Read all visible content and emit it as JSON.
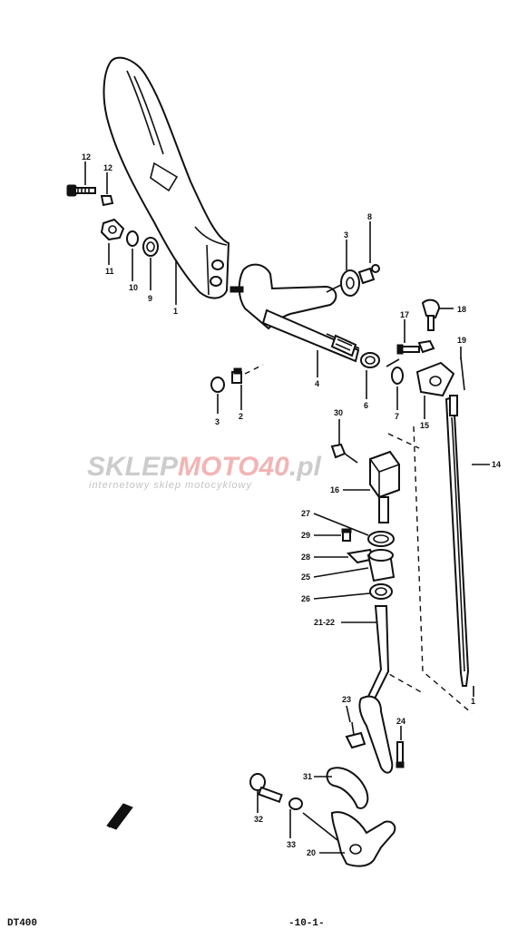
{
  "watermark": {
    "brand_a": "SKLEP",
    "brand_b": "MOTO",
    "brand_c": "40",
    "brand_d": ".pl",
    "tagline": "internetowy sklep motocyklowy",
    "color_grey": "#c4c4c4",
    "color_red": "#f2a8a8"
  },
  "callouts": [
    {
      "id": "c12a",
      "text": "12"
    },
    {
      "id": "c12b",
      "text": "12"
    },
    {
      "id": "c11",
      "text": "11"
    },
    {
      "id": "c10",
      "text": "10"
    },
    {
      "id": "c9",
      "text": "9"
    },
    {
      "id": "c1",
      "text": "1"
    },
    {
      "id": "c3a",
      "text": "3"
    },
    {
      "id": "c8",
      "text": "8"
    },
    {
      "id": "c4",
      "text": "4"
    },
    {
      "id": "c6",
      "text": "6"
    },
    {
      "id": "c3b",
      "text": "3"
    },
    {
      "id": "c2",
      "text": "2"
    },
    {
      "id": "c17",
      "text": "17"
    },
    {
      "id": "c18",
      "text": "18"
    },
    {
      "id": "c19",
      "text": "19"
    },
    {
      "id": "c7",
      "text": "7"
    },
    {
      "id": "c15",
      "text": "15"
    },
    {
      "id": "c30",
      "text": "30"
    },
    {
      "id": "c16",
      "text": "16"
    },
    {
      "id": "c14",
      "text": "14"
    },
    {
      "id": "c27",
      "text": "27"
    },
    {
      "id": "c29",
      "text": "29"
    },
    {
      "id": "c28",
      "text": "28"
    },
    {
      "id": "c25",
      "text": "25"
    },
    {
      "id": "c26",
      "text": "26"
    },
    {
      "id": "c2122",
      "text": "21-22"
    },
    {
      "id": "c23",
      "text": "23"
    },
    {
      "id": "c24",
      "text": "24"
    },
    {
      "id": "c31",
      "text": "31"
    },
    {
      "id": "c32",
      "text": "32"
    },
    {
      "id": "c33",
      "text": "33"
    },
    {
      "id": "c20",
      "text": "20"
    },
    {
      "id": "c1b",
      "text": "1"
    }
  ],
  "footer": {
    "model": "DT400",
    "page": "-10-1-"
  }
}
